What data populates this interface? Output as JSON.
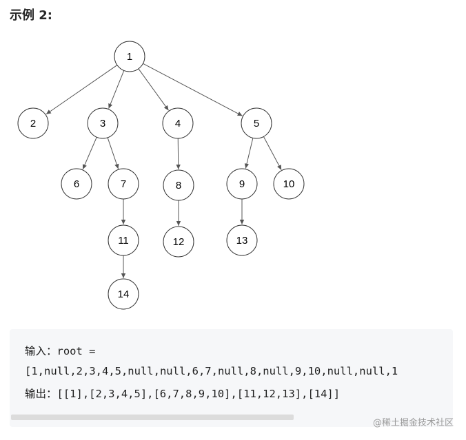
{
  "heading": "示例 2:",
  "tree": {
    "nodes": [
      {
        "id": "1",
        "label": "1"
      },
      {
        "id": "2",
        "label": "2"
      },
      {
        "id": "3",
        "label": "3"
      },
      {
        "id": "4",
        "label": "4"
      },
      {
        "id": "5",
        "label": "5"
      },
      {
        "id": "6",
        "label": "6"
      },
      {
        "id": "7",
        "label": "7"
      },
      {
        "id": "8",
        "label": "8"
      },
      {
        "id": "9",
        "label": "9"
      },
      {
        "id": "10",
        "label": "10"
      },
      {
        "id": "11",
        "label": "11"
      },
      {
        "id": "12",
        "label": "12"
      },
      {
        "id": "13",
        "label": "13"
      },
      {
        "id": "14",
        "label": "14"
      }
    ],
    "edges": [
      [
        "1",
        "2"
      ],
      [
        "1",
        "3"
      ],
      [
        "1",
        "4"
      ],
      [
        "1",
        "5"
      ],
      [
        "3",
        "6"
      ],
      [
        "3",
        "7"
      ],
      [
        "4",
        "8"
      ],
      [
        "5",
        "9"
      ],
      [
        "5",
        "10"
      ],
      [
        "7",
        "11"
      ],
      [
        "8",
        "12"
      ],
      [
        "9",
        "13"
      ],
      [
        "11",
        "14"
      ]
    ]
  },
  "code": {
    "line1": "输入：root =",
    "line2": "[1,null,2,3,4,5,null,null,6,7,null,8,null,9,10,null,null,1",
    "line3": "输出：[[1],[2,3,4,5],[6,7,8,9,10],[11,12,13],[14]]"
  },
  "watermark": "@稀土掘金技术社区"
}
